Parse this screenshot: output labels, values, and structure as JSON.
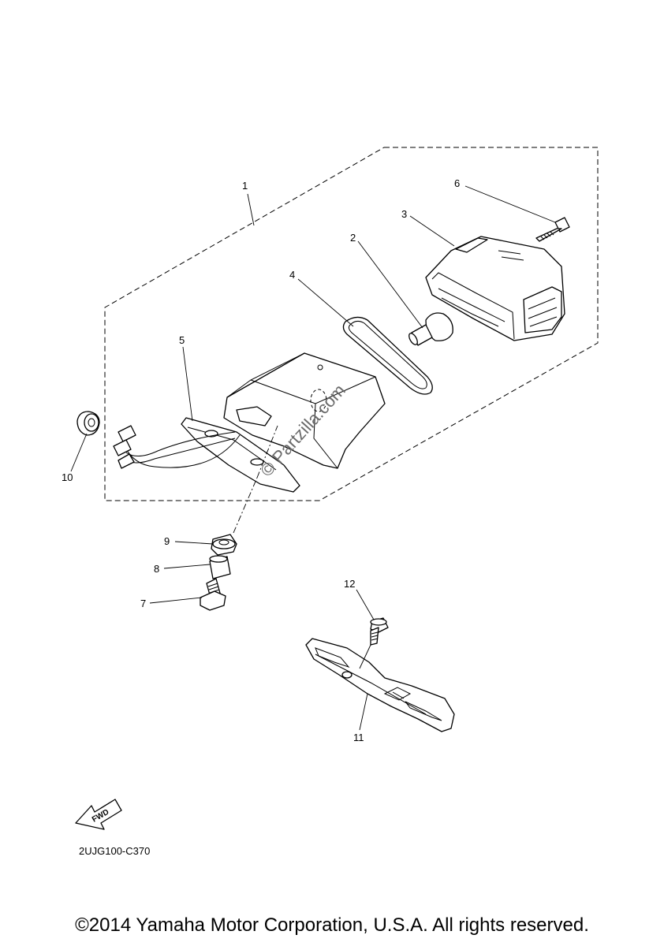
{
  "diagram_code": "2UJG100-C370",
  "fwd_label": "FWD",
  "watermark": "© Partzilla.com",
  "copyright": "©2014 Yamaha Motor Corporation, U.S.A. All rights reserved.",
  "callouts": [
    {
      "id": "1",
      "label": "1"
    },
    {
      "id": "2",
      "label": "2"
    },
    {
      "id": "3",
      "label": "3"
    },
    {
      "id": "4",
      "label": "4"
    },
    {
      "id": "5",
      "label": "5"
    },
    {
      "id": "6",
      "label": "6"
    },
    {
      "id": "7",
      "label": "7"
    },
    {
      "id": "8",
      "label": "8"
    },
    {
      "id": "9",
      "label": "9"
    },
    {
      "id": "10",
      "label": "10"
    },
    {
      "id": "11",
      "label": "11"
    },
    {
      "id": "12",
      "label": "12"
    }
  ]
}
